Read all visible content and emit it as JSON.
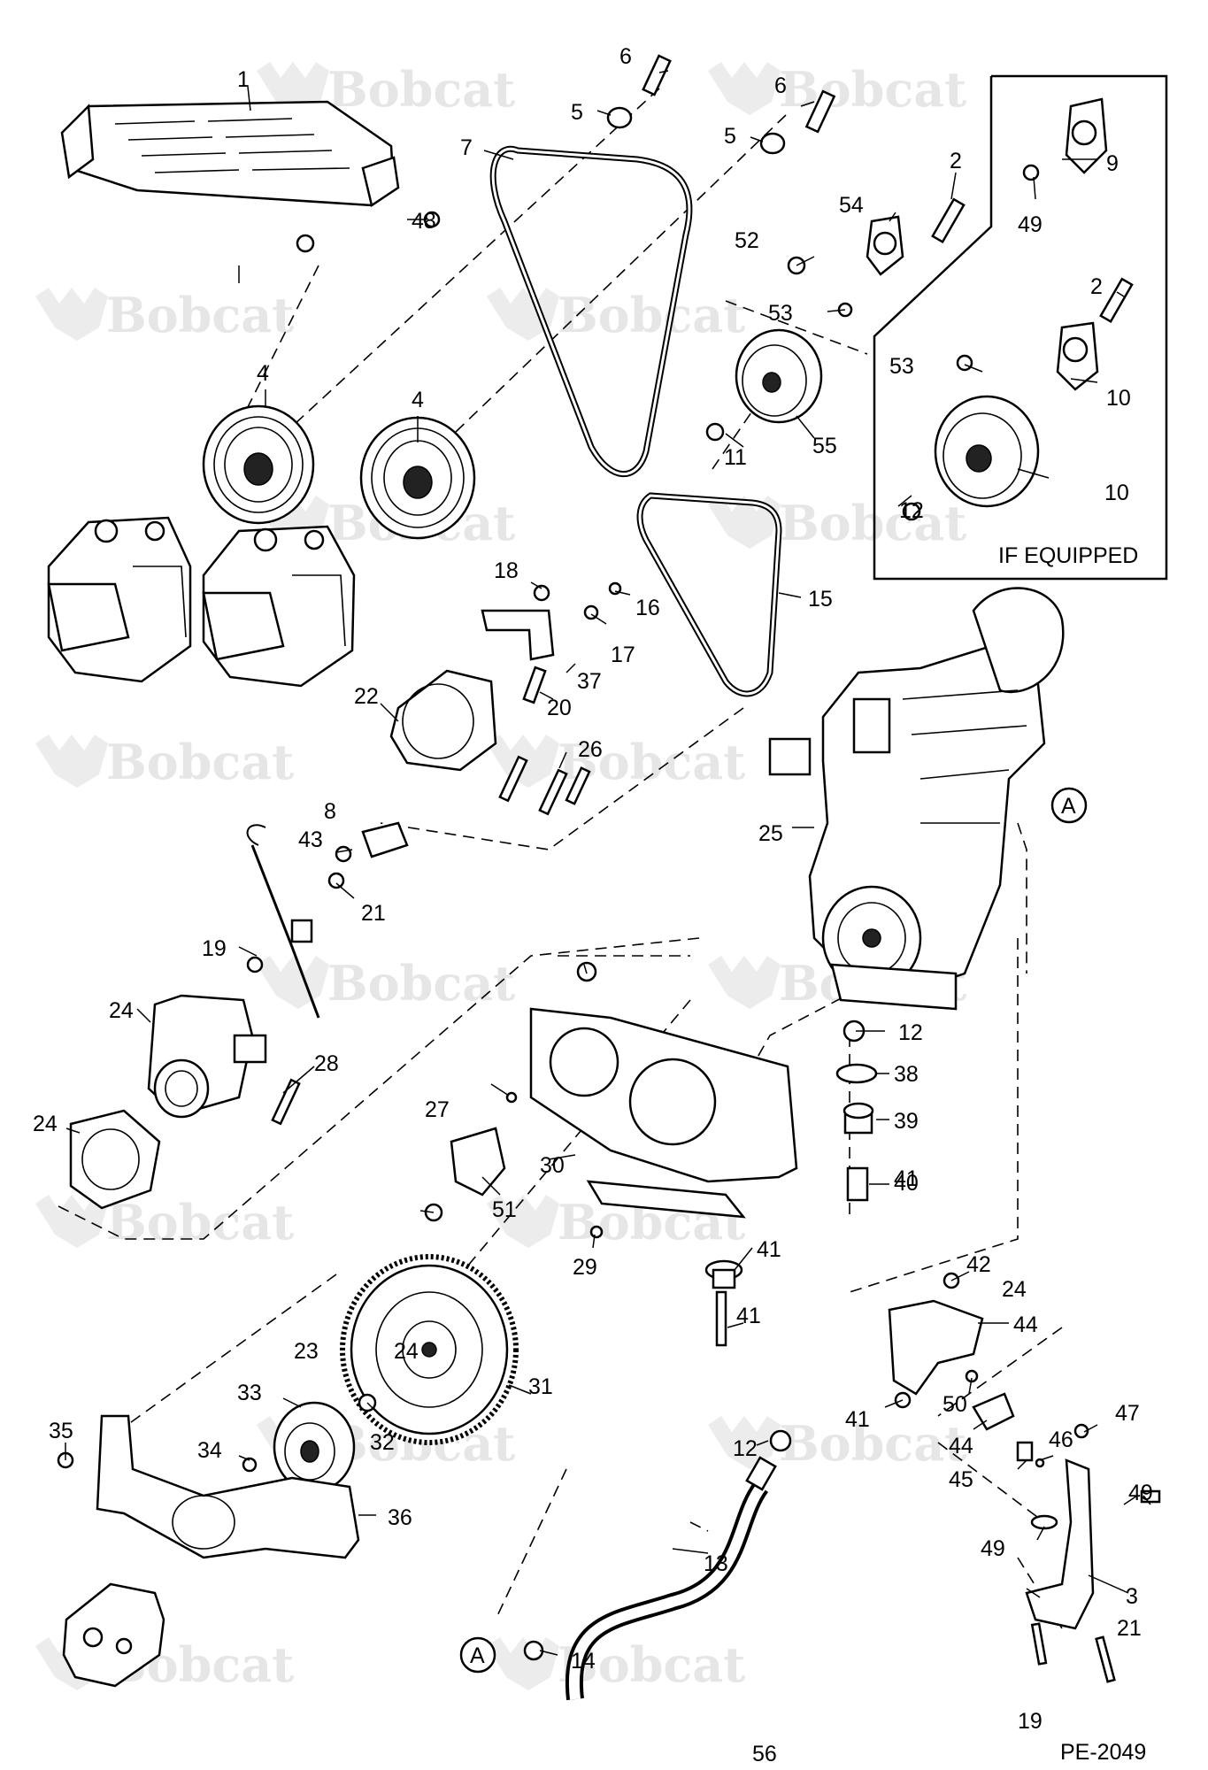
{
  "diagram": {
    "watermark": "Bobcat",
    "inset_label": "IF EQUIPPED",
    "figure_code": "PE-2049",
    "connector_ref": "A",
    "callouts": [
      "1",
      "2",
      "2",
      "3",
      "4",
      "4",
      "5",
      "5",
      "6",
      "6",
      "7",
      "8",
      "9",
      "10",
      "10",
      "11",
      "12",
      "12",
      "12",
      "13",
      "14",
      "15",
      "16",
      "17",
      "18",
      "19",
      "19",
      "20",
      "21",
      "21",
      "22",
      "23",
      "24",
      "24",
      "24",
      "24",
      "25",
      "26",
      "27",
      "28",
      "29",
      "30",
      "31",
      "32",
      "33",
      "34",
      "35",
      "36",
      "37",
      "38",
      "39",
      "40",
      "41",
      "41",
      "41",
      "41",
      "42",
      "43",
      "44",
      "44",
      "45",
      "46",
      "47",
      "48",
      "49",
      "49",
      "49",
      "50",
      "51",
      "52",
      "53",
      "53",
      "54",
      "55",
      "56"
    ]
  }
}
